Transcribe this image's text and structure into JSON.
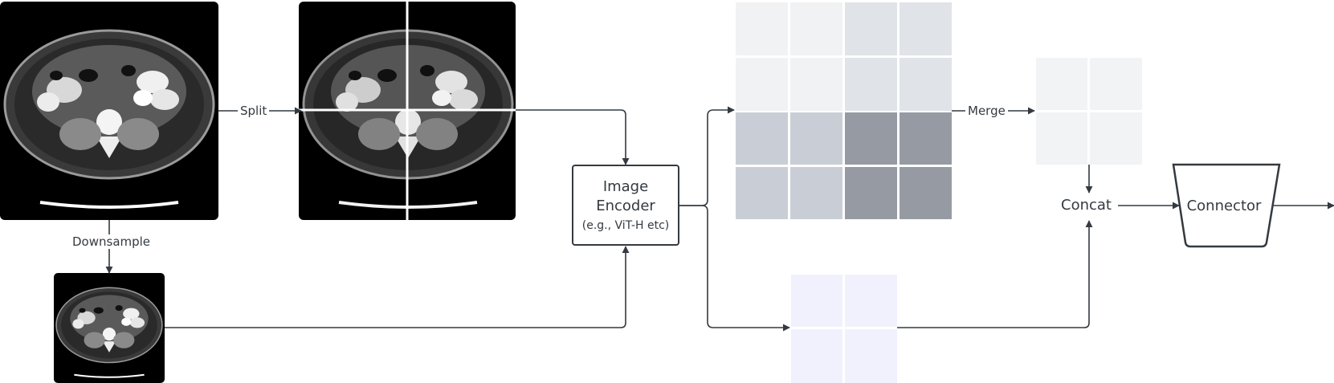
{
  "labels": {
    "split": "Split",
    "downsample": "Downsample",
    "merge": "Merge",
    "concat": "Concat",
    "connector": "Connector"
  },
  "encoder": {
    "line1": "Image",
    "line2": "Encoder",
    "line3": "(e.g., ViT-H etc)"
  },
  "colors": {
    "stroke": "#343a40",
    "grid_light": "#f1f2f4",
    "grid_mid": "#e0e3e7",
    "grid_steel": "#c9ced6",
    "grid_dark": "#969ba3",
    "pooled": "#f2f3f5",
    "lowres_tokens": "#f1f1fd",
    "ct_bg": "#000000"
  }
}
